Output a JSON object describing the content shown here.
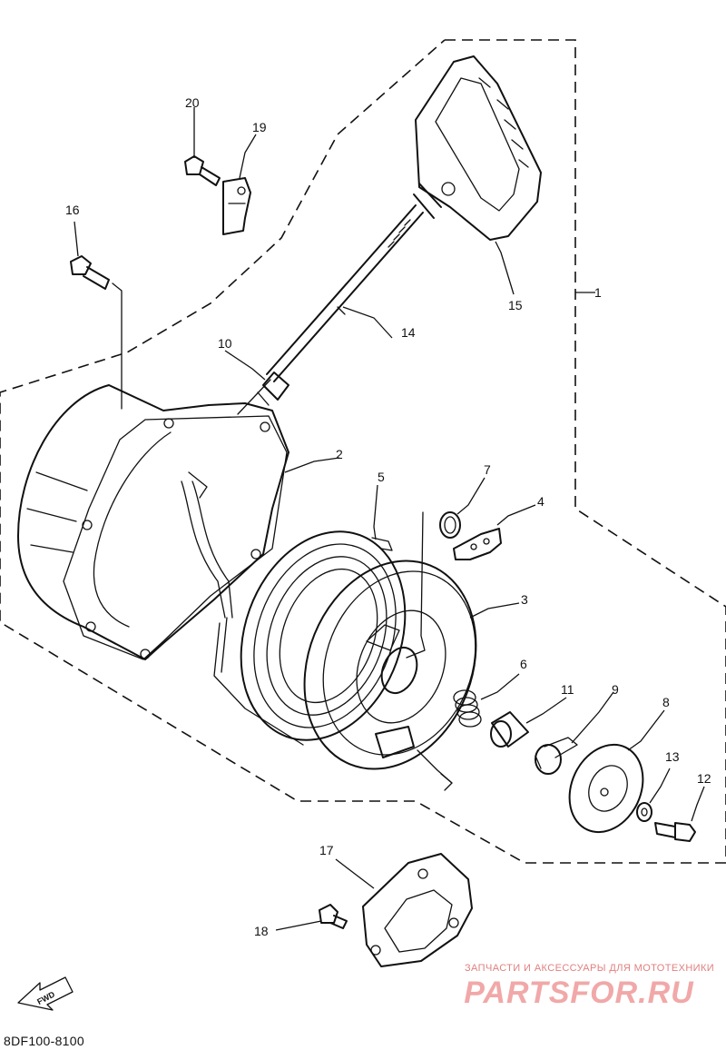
{
  "diagram": {
    "title_code": "8DF100-8100",
    "direction_arrow": "FWD",
    "parts": [
      {
        "id": "1",
        "label": "1"
      },
      {
        "id": "2",
        "label": "2"
      },
      {
        "id": "3",
        "label": "3"
      },
      {
        "id": "4",
        "label": "4"
      },
      {
        "id": "5",
        "label": "5"
      },
      {
        "id": "6",
        "label": "6"
      },
      {
        "id": "7",
        "label": "7"
      },
      {
        "id": "8",
        "label": "8"
      },
      {
        "id": "9",
        "label": "9"
      },
      {
        "id": "10",
        "label": "10"
      },
      {
        "id": "11",
        "label": "11"
      },
      {
        "id": "12",
        "label": "12"
      },
      {
        "id": "13",
        "label": "13"
      },
      {
        "id": "14",
        "label": "14"
      },
      {
        "id": "15",
        "label": "15"
      },
      {
        "id": "16",
        "label": "16"
      },
      {
        "id": "17",
        "label": "17"
      },
      {
        "id": "18",
        "label": "18"
      },
      {
        "id": "19",
        "label": "19"
      },
      {
        "id": "20",
        "label": "20"
      }
    ]
  },
  "watermark": {
    "subtitle": "ЗАПЧАСТИ И АКСЕССУАРЫ ДЛЯ МОТОТЕХНИКИ",
    "brand": "PARTSFOR.RU",
    "color": "#e05a5a"
  }
}
